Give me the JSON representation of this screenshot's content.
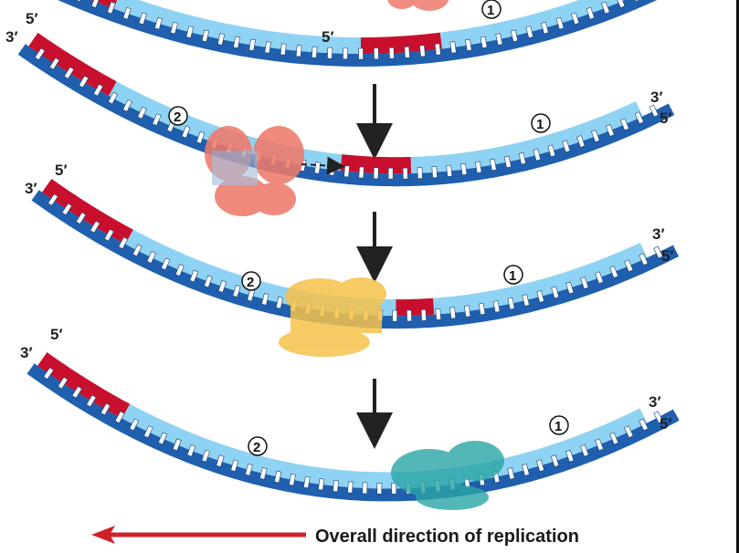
{
  "diagram": {
    "end_labels": {
      "three_prime": "3′",
      "five_prime": "5′"
    },
    "fragment_numbers": {
      "one": "1",
      "two": "2"
    },
    "caption": "Overall direction of replication",
    "colors": {
      "template_strand": "#1f5fae",
      "new_strand": "#8fd3f4",
      "rna_primer": "#c8102e",
      "dna_pol_III": "#ee7a6a",
      "dna_pol_I": "#f6c24a",
      "dna_ligase": "#2aa6a6",
      "direction_arrow": "#d0202b",
      "step_arrow": "#222222"
    }
  }
}
